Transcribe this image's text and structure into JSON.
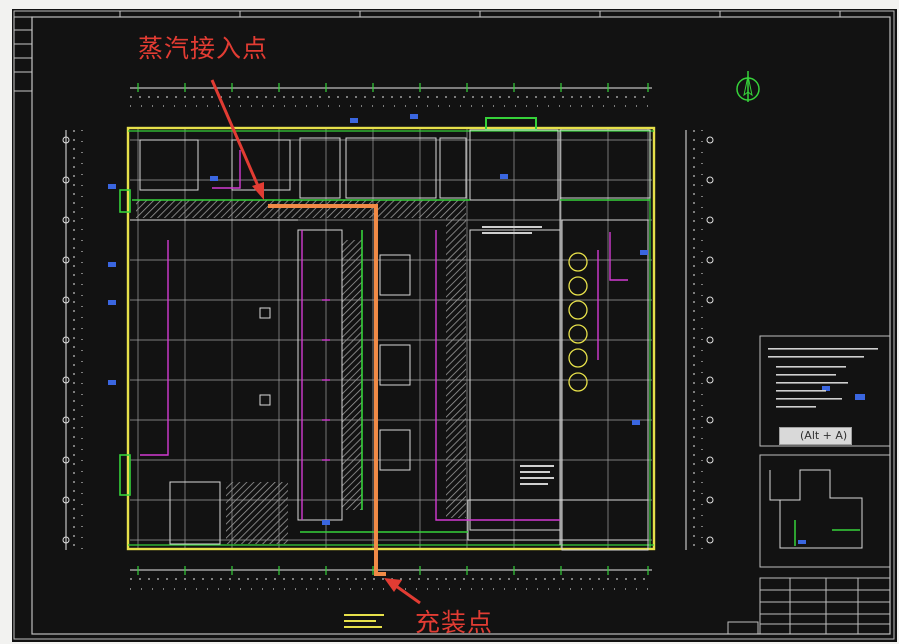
{
  "annotations": {
    "steam_inlet_label": "蒸汽接入点",
    "filling_point_label": "充装点",
    "tooltip_hint": "(Alt + A)"
  },
  "colors": {
    "annotation_red": "#e23c33",
    "route_orange": "#f08a46",
    "canvas_black": "#121212",
    "wall_yellow": "#e6e04a",
    "pipe_green": "#36d23a",
    "pipe_magenta": "#d23ad2",
    "grid_white": "#d8d8d8"
  },
  "icons": {
    "north_arrow": "north-arrow-icon",
    "tank_symbol": "circle-tank-icon"
  }
}
